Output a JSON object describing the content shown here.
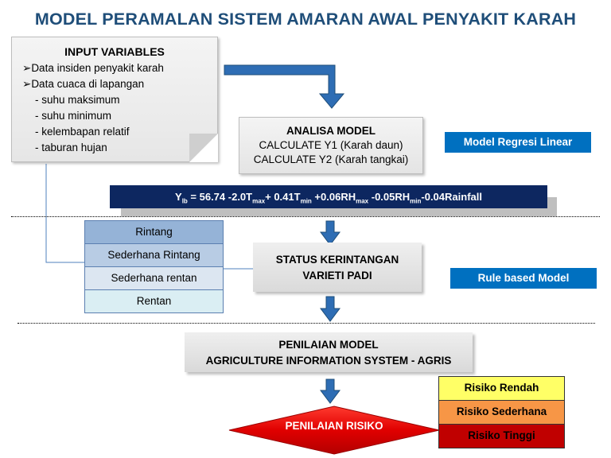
{
  "title": "MODEL PERAMALAN SISTEM AMARAN AWAL PENYAKIT KARAH",
  "input": {
    "heading": "INPUT VARIABLES",
    "bullets": [
      "Data  insiden penyakit karah",
      "Data cuaca di lapangan"
    ],
    "subitems": [
      "- suhu maksimum",
      "- suhu minimum",
      "- kelembapan relatif",
      "- taburan hujan"
    ]
  },
  "analisa": {
    "heading": "ANALISA MODEL",
    "line1": "CALCULATE Y1 (Karah daun)",
    "line2": "CALCULATE Y2 (Karah tangkai)"
  },
  "model_regresi": "Model Regresi Linear",
  "rule_model": "Rule based Model",
  "equation": {
    "y": "Y",
    "y_sub": "lb",
    "p1": " = 56.74 -2.0T",
    "s1": "max",
    "p2": "+ 0.41T",
    "s2": "min",
    "p3": " +0.06RH",
    "s3": "max",
    "p4": " -0.05RH",
    "s4": "min",
    "p5": "-0.04Rainfall"
  },
  "varieties": [
    {
      "label": "Rintang",
      "color": "#95B3D7"
    },
    {
      "label": "Sederhana Rintang",
      "color": "#B8CCE4"
    },
    {
      "label": "Sederhana rentan",
      "color": "#DCE6F1"
    },
    {
      "label": "Rentan",
      "color": "#DAEEF3"
    }
  ],
  "status": {
    "line1": "STATUS KERINTANGAN",
    "line2": "VARIETI PADI"
  },
  "penilaian": {
    "line1": "PENILAIAN MODEL",
    "line2": "AGRICULTURE INFORMATION SYSTEM - AGRIS"
  },
  "risk_label": "PENILAIAN RISIKO",
  "risks": [
    {
      "label": "Risiko Rendah",
      "color": "#FFFF66"
    },
    {
      "label": "Risiko Sederhana",
      "color": "#F79646"
    },
    {
      "label": "Risiko Tinggi",
      "color": "#C00000"
    }
  ],
  "colors": {
    "title": "#1F4E79",
    "arrow": "#2E6DB4",
    "equation_bg": "#0D2760",
    "badge": "#0070C0"
  }
}
